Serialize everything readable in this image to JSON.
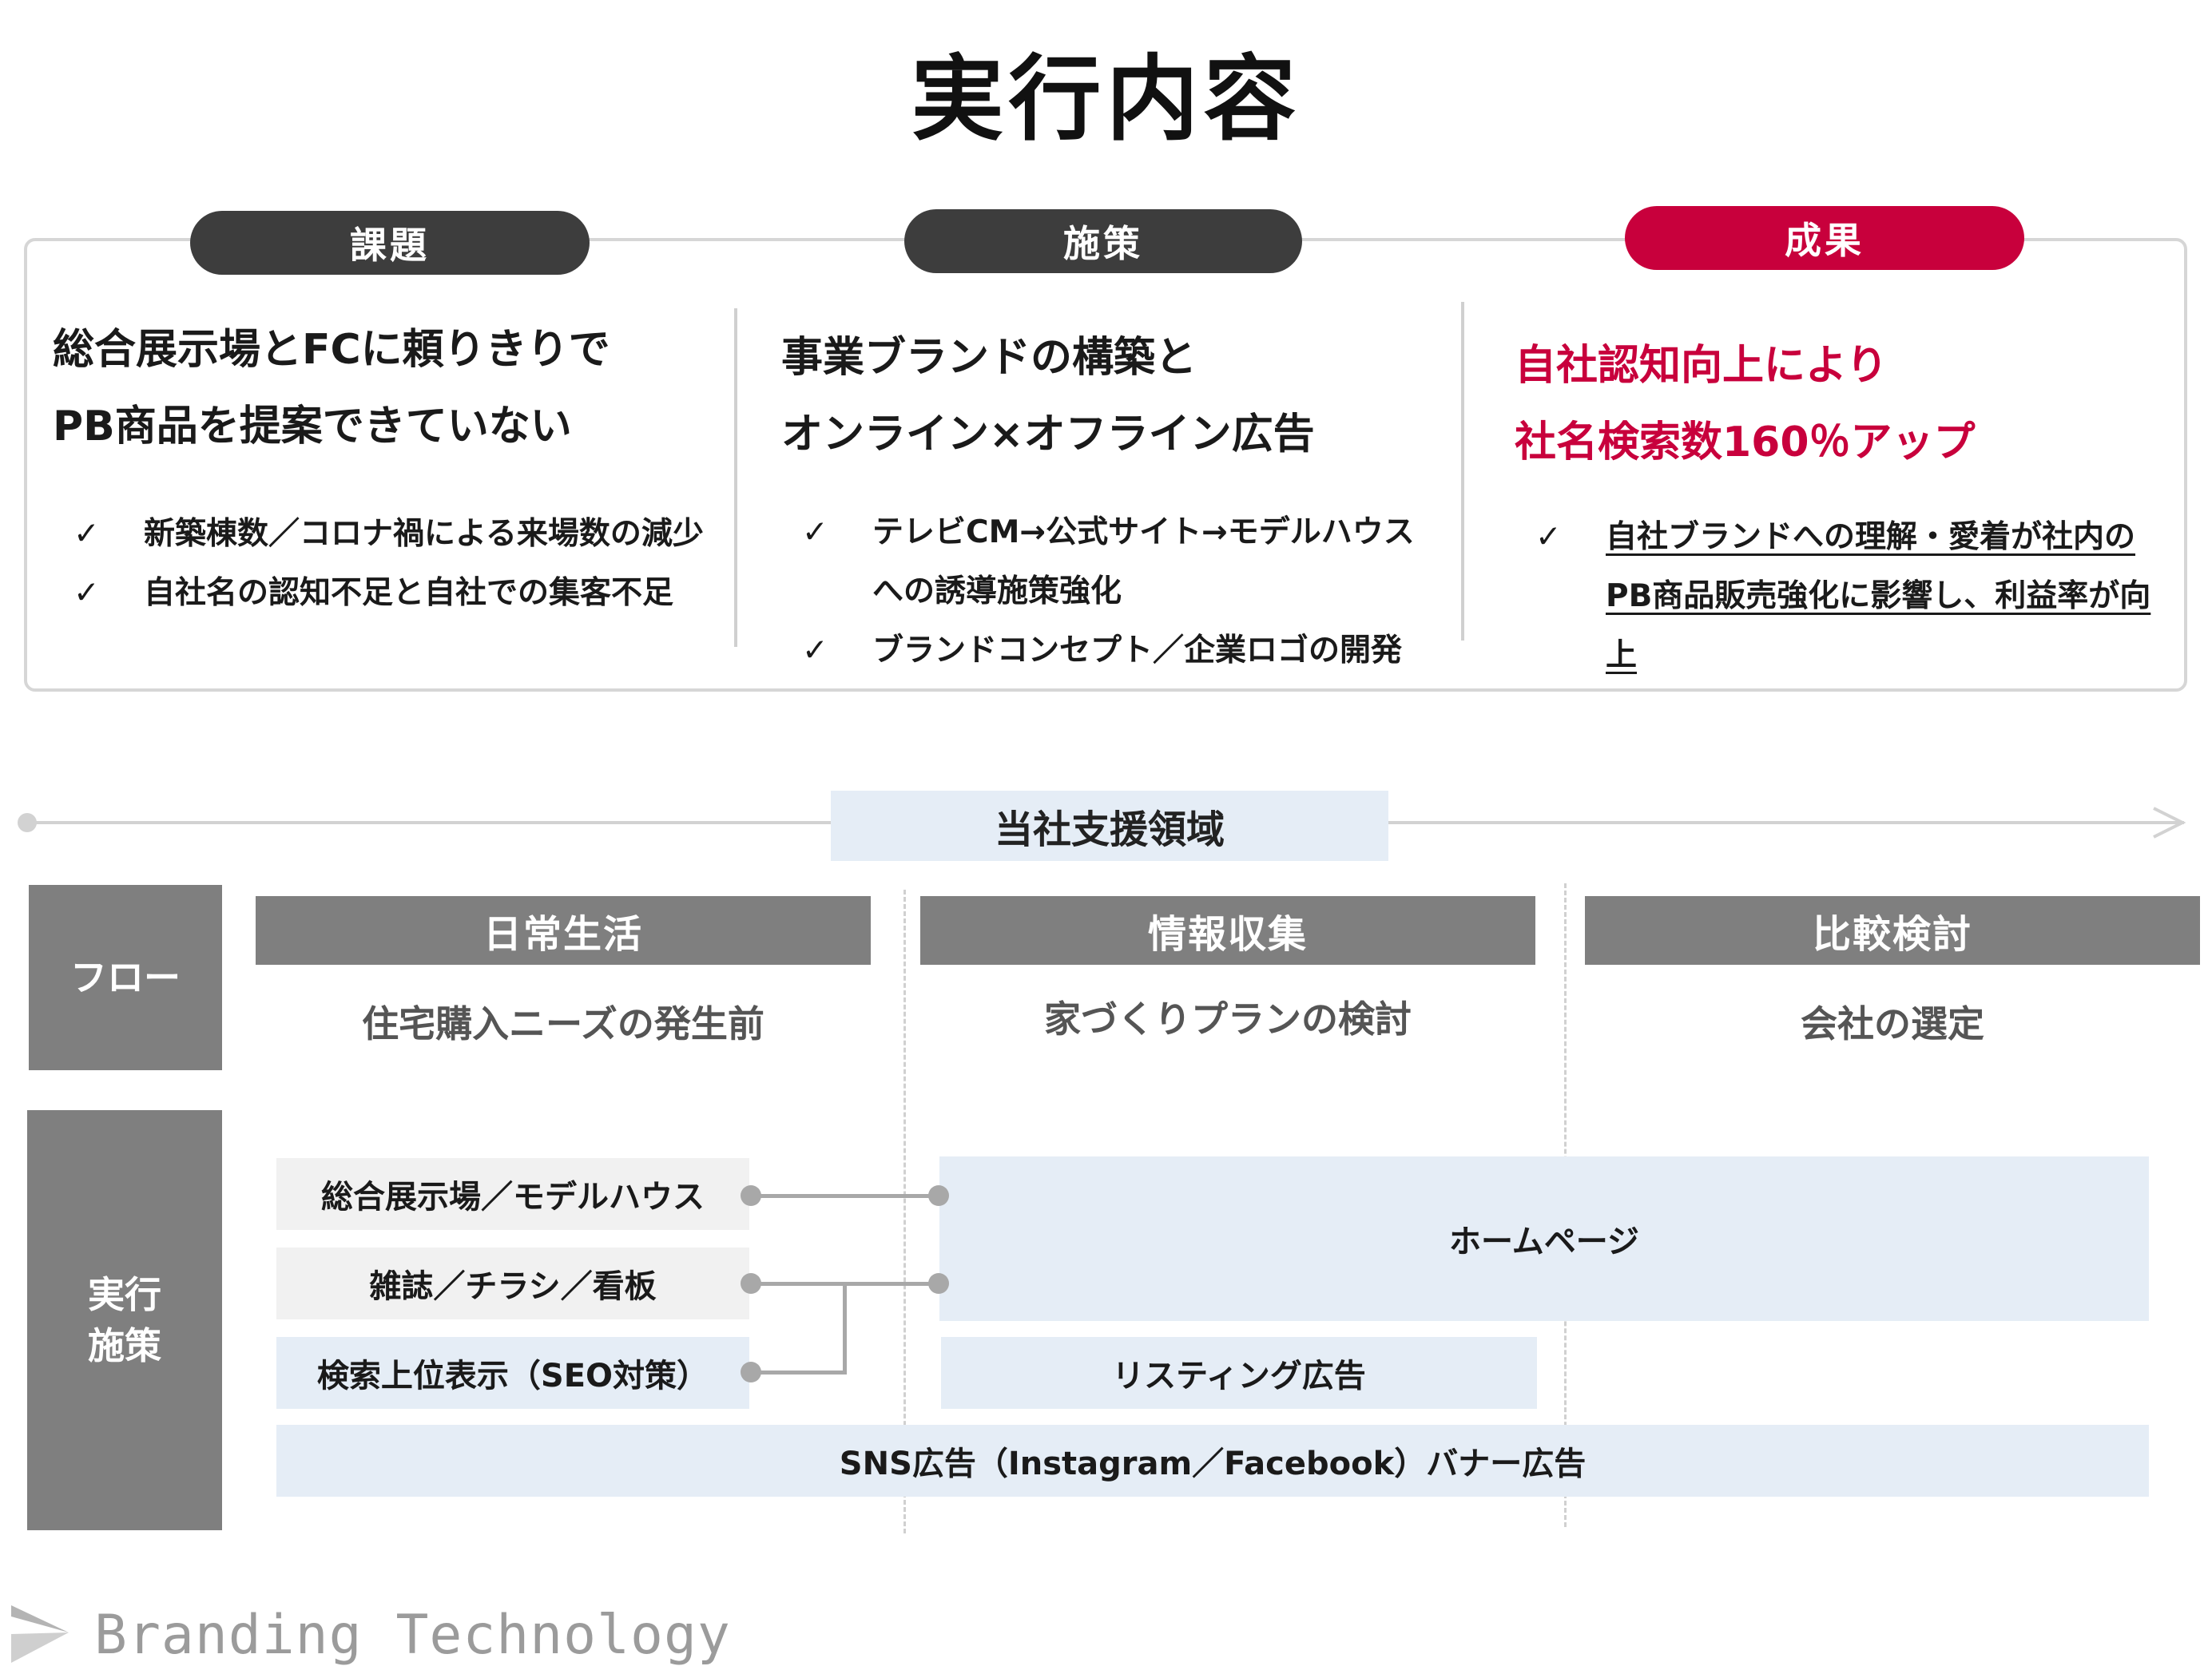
{
  "title": "実行内容",
  "columns": {
    "issue": {
      "label": "課題",
      "headline": [
        "総合展示場とFCに頼りきりで",
        "PB商品を提案できていない"
      ],
      "bullets": [
        "新築棟数／コロナ禍による来場数の減少",
        "自社名の認知不足と自社での集客不足"
      ]
    },
    "measure": {
      "label": "施策",
      "headline": [
        "事業ブランドの構築と",
        "オンライン×オフライン広告"
      ],
      "bullets": [
        "テレビCM→公式サイト→モデルハウスへの誘導施策強化",
        "ブランドコンセプト／企業ロゴの開発"
      ]
    },
    "result": {
      "label": "成果",
      "headline": [
        "自社認知向上により",
        "社名検索数160％アップ"
      ],
      "bullets": [
        "自社ブランドへの理解・愛着が社内のPB商品販売強化に影響し、利益率が向上"
      ]
    }
  },
  "check_mark": "✓",
  "support_area": "当社支援領域",
  "flow": {
    "label": "フロー",
    "stages": [
      {
        "title": "日常生活",
        "sub": "住宅購入ニーズの発生前"
      },
      {
        "title": "情報収集",
        "sub": "家づくりプランの検討"
      },
      {
        "title": "比較検討",
        "sub": "会社の選定"
      }
    ]
  },
  "execution": {
    "label": "実行\n施策",
    "items": {
      "exhibition": "総合展示場／モデルハウス",
      "magazine": "雑誌／チラシ／看板",
      "seo": "検索上位表示（SEO対策）",
      "homepage": "ホームページ",
      "listing": "リスティング広告",
      "sns": "SNS広告（Instagram／Facebook）バナー広告"
    }
  },
  "logo": {
    "text": "Branding Technology"
  },
  "colors": {
    "accent_red": "#c8003c",
    "dark_pill": "#3d3d3d",
    "stage_grey": "#7f7f7f",
    "light_blue": "#e5edf6",
    "light_grey": "#f1f1f1"
  }
}
